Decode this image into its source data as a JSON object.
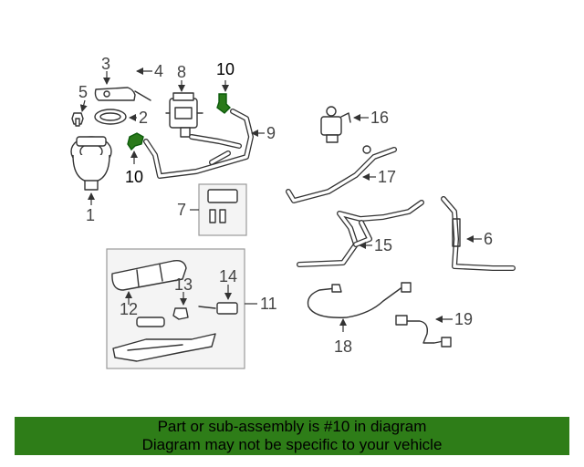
{
  "callouts": {
    "c1": "1",
    "c2": "2",
    "c3": "3",
    "c4": "4",
    "c5": "5",
    "c6": "6",
    "c7": "7",
    "c8": "8",
    "c9": "9",
    "c10a": "10",
    "c10b": "10",
    "c11": "11",
    "c12": "12",
    "c13": "13",
    "c14": "14",
    "c15": "15",
    "c16": "16",
    "c17": "17",
    "c18": "18",
    "c19": "19"
  },
  "banner": {
    "line1": "Part or sub-assembly is #10 in diagram",
    "line2": "Diagram may not be specific to your vehicle",
    "background_color": "#2e7d18"
  },
  "colors": {
    "highlight_part": "#2a7a1a",
    "line_art": "#333333"
  }
}
